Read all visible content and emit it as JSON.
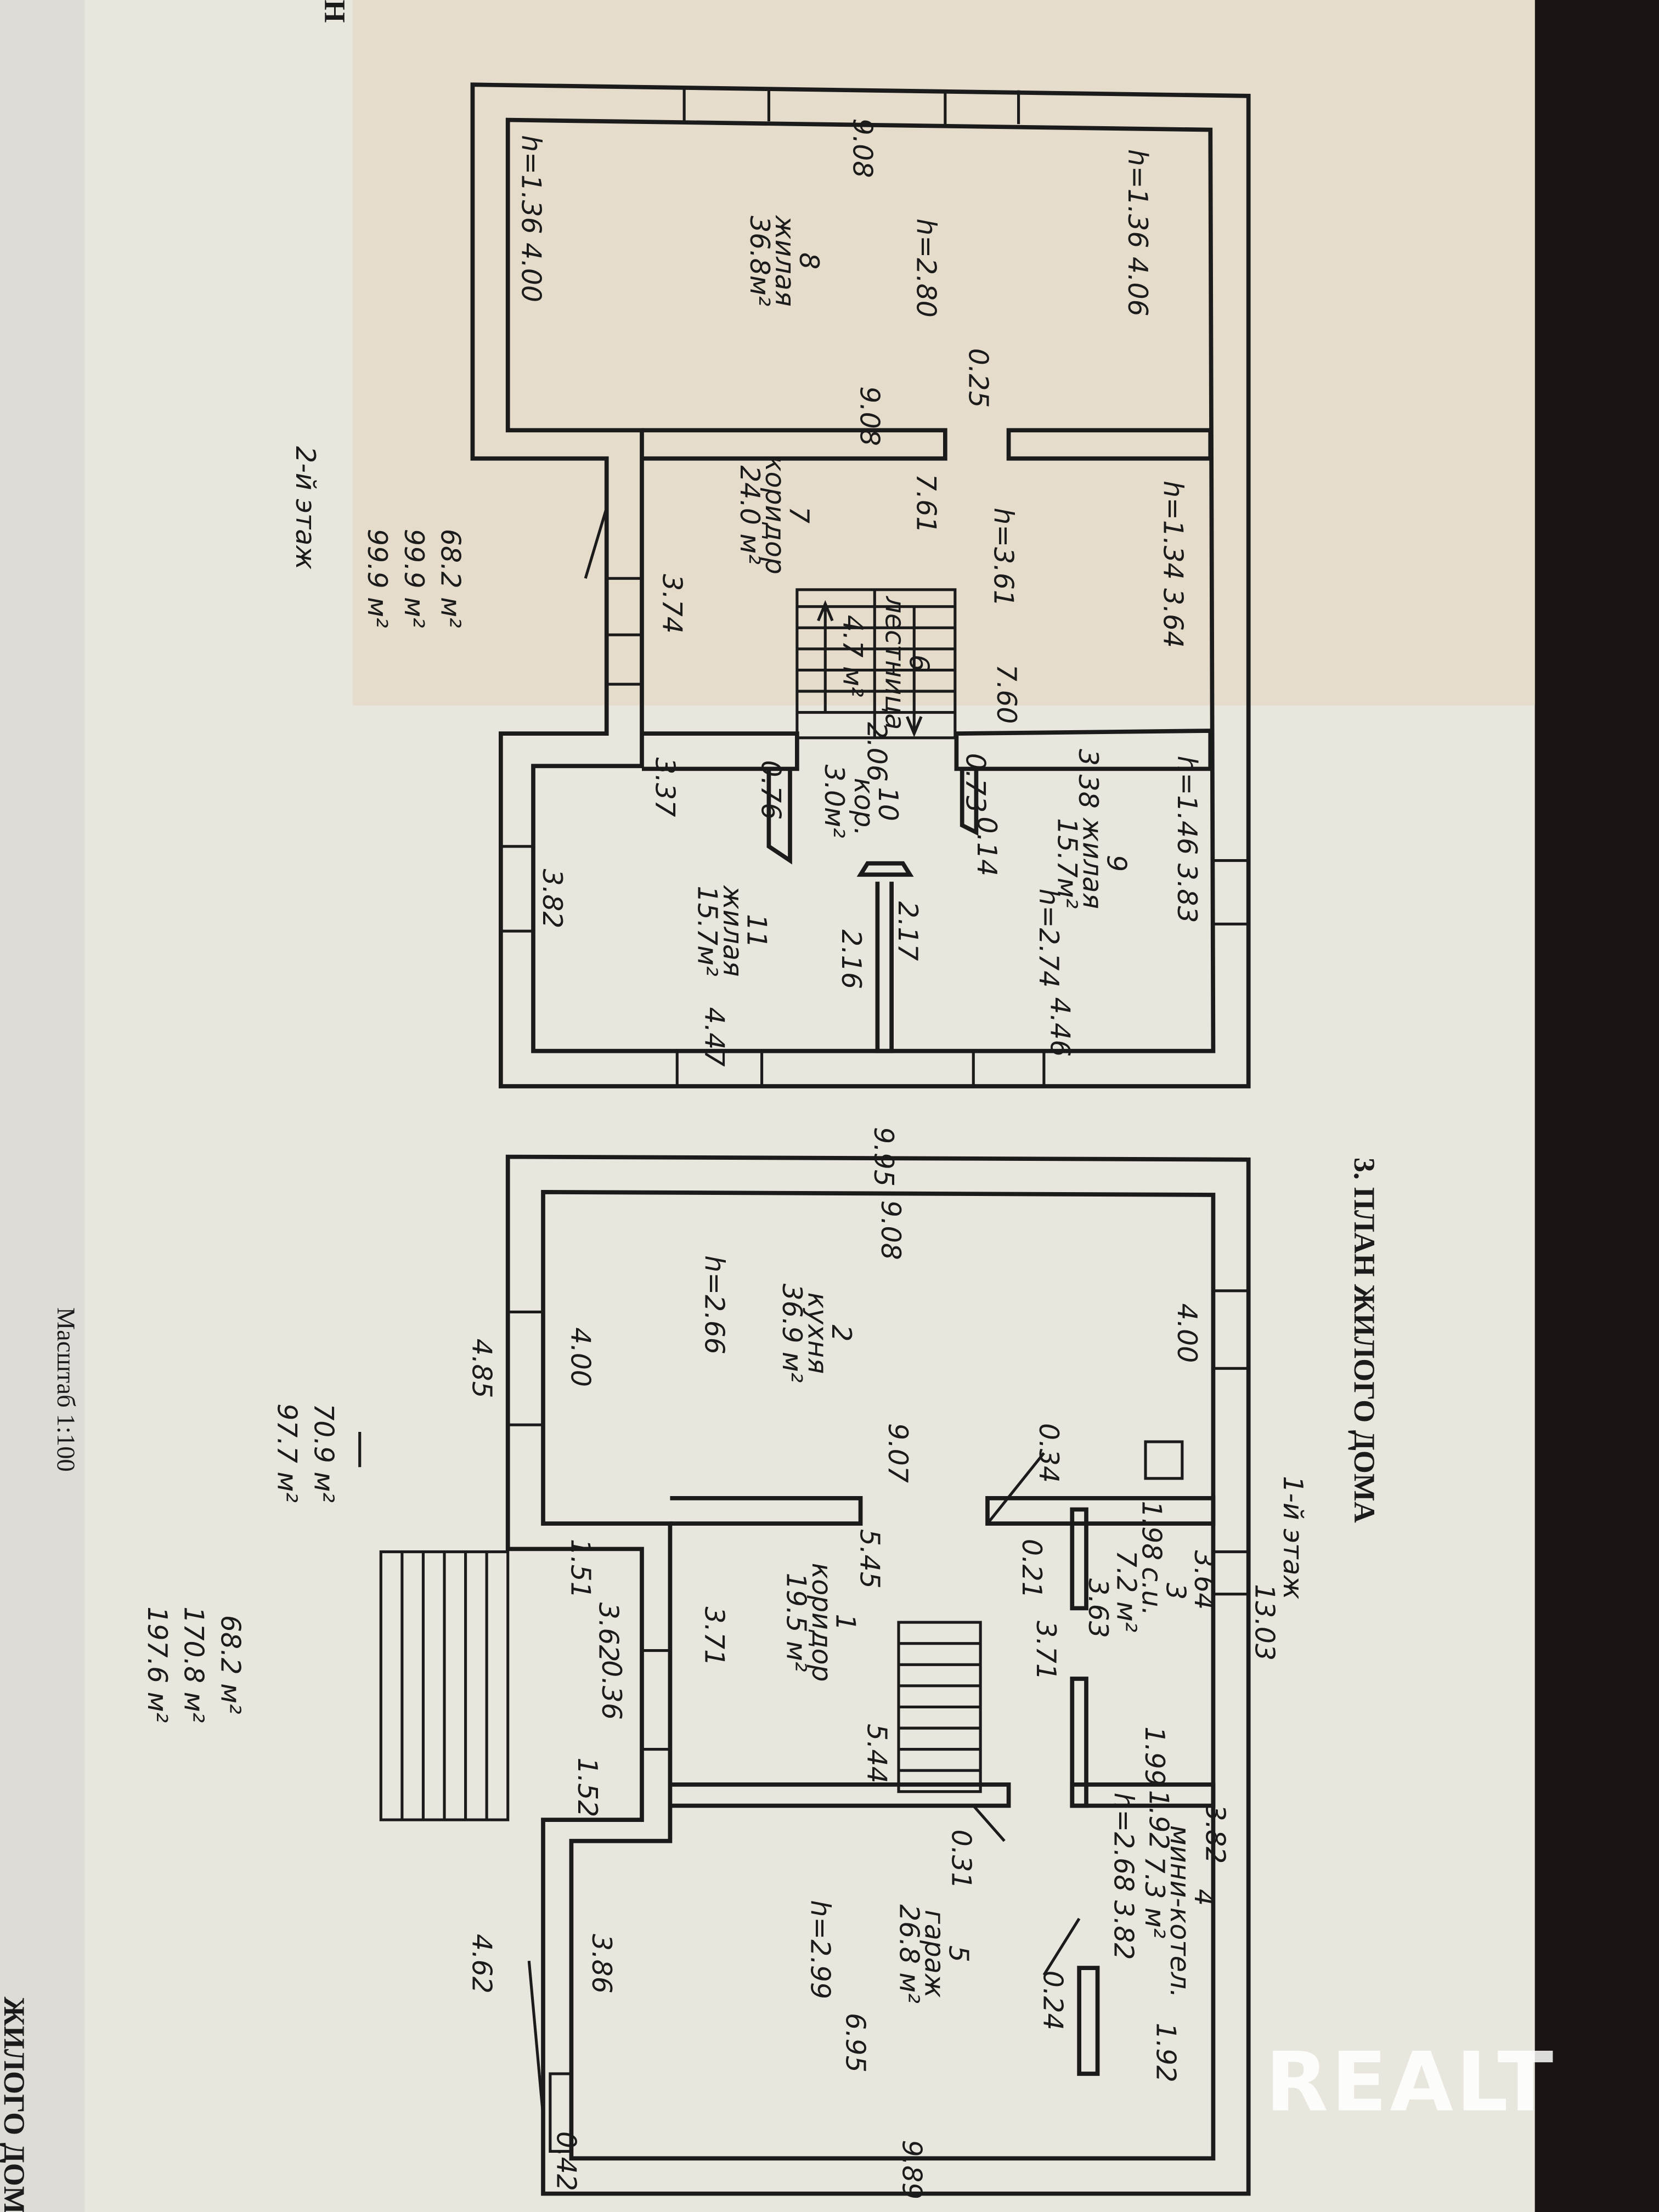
{
  "header_fragment": "Н",
  "title": "3. ПЛАН ЖИЛОГО ДОМА",
  "scale": "Масштаб 1:100",
  "footer_fragment": "ЖИЛОГО ДОМА",
  "watermark": "REALT",
  "colors": {
    "paper": "#e9e6dd",
    "paper_tint": "#e6dccb",
    "ink": "#1b1b1b",
    "background": "#1a1412"
  },
  "floor2": {
    "label": "2-й этаж",
    "rooms": [
      {
        "num": "8",
        "name": "жилая",
        "area": "36.8м²"
      },
      {
        "num": "7",
        "name": "коридор",
        "area": "24.0 м²"
      },
      {
        "num": "6",
        "name": "лестница",
        "area": "4.7 м²"
      },
      {
        "num": "10",
        "name": "кор.",
        "area": "3.0м²"
      },
      {
        "num": "9",
        "name": "жилая",
        "area": "15.7м²"
      },
      {
        "num": "11",
        "name": "жилая",
        "area": "15.7м²"
      }
    ],
    "dims": [
      "9.08",
      "h=1.36  4.06",
      "h=2.80",
      "h=1.36  4.00",
      "0.25",
      "9.08",
      "7.61",
      "h=3.61",
      "h=1.34  3.64",
      "3.74",
      "7.60",
      "2.06",
      "3.37",
      "0.76",
      "0.73",
      "0.14",
      "3.38",
      "h=1.46  3.83",
      "h=2.74",
      "3.82",
      "2.17",
      "2.16",
      "4.47",
      "4.46"
    ],
    "totals": [
      "68.2 м²",
      "99.9 м²",
      "99.9 м²"
    ]
  },
  "floor1": {
    "label": "1-й этаж",
    "rooms": [
      {
        "num": "2",
        "name": "кухня",
        "area": "36.9 м²"
      },
      {
        "num": "3",
        "name": "с.u.",
        "area": "7.2 м²"
      },
      {
        "num": "1",
        "name": "коридор",
        "area": "19.5 м²"
      },
      {
        "num": "4",
        "name": "мини-котел.",
        "area": "7.3 м²"
      },
      {
        "num": "5",
        "name": "гараж",
        "area": "26.8 м²"
      }
    ],
    "dims": [
      "13.03",
      "9.95",
      "9.08",
      "4.00",
      "h=2.66",
      "4.00",
      "4.85",
      "9.07",
      "0.34",
      "1.98",
      "3.64",
      "0.21",
      "3.63",
      "3.71",
      "5.45",
      "3.71",
      "1.51",
      "3.62",
      "0.36",
      "5.44",
      "1.99",
      "1.52",
      "1.92",
      "3.82",
      "h=2.68  3.82",
      "0.31",
      "h=2.99",
      "3.86",
      "4.62",
      "0.24",
      "6.95",
      "1.92",
      "0.42",
      "9.89"
    ],
    "totals_a": [
      "70.9 м²",
      "97.7 м²"
    ],
    "totals_b": [
      "68.2 м²",
      "170.8 м²",
      "197.6 м²"
    ]
  }
}
